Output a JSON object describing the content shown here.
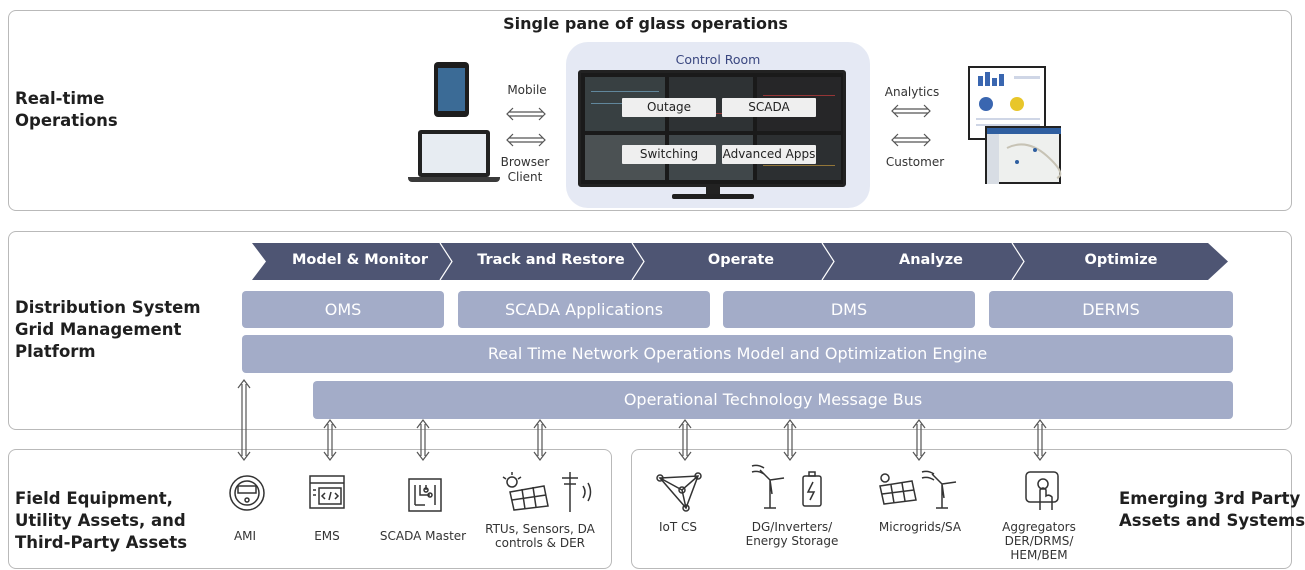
{
  "header": {
    "title": "Single pane of glass operations"
  },
  "realtime": {
    "label": [
      "Real-time",
      "Operations"
    ],
    "mobile": "Mobile",
    "browser": [
      "Browser",
      "Client"
    ],
    "analytics": "Analytics",
    "customer": "Customer",
    "control_room": {
      "title": "Control Room",
      "tags": [
        "Outage",
        "SCADA",
        "Switching",
        "Advanced Apps"
      ]
    }
  },
  "grid": {
    "label": [
      "Distribution System",
      "Grid Management",
      "Platform"
    ],
    "stages": [
      "Model & Monitor",
      "Track and Restore",
      "Operate",
      "Analyze",
      "Optimize"
    ],
    "apps": [
      "OMS",
      "SCADA Applications",
      "DMS",
      "DERMS"
    ],
    "engine": "Real Time Network Operations Model and Optimization Engine",
    "bus": "Operational Technology Message Bus"
  },
  "field": {
    "label": [
      "Field Equipment,",
      "Utility Assets, and",
      "Third-Party Assets"
    ],
    "items": [
      {
        "label": [
          "AMI"
        ],
        "icon": "meter-icon"
      },
      {
        "label": [
          "EMS"
        ],
        "icon": "code-window-icon"
      },
      {
        "label": [
          "SCADA Master"
        ],
        "icon": "circuit-board-icon"
      },
      {
        "label": [
          "RTUs, Sensors, DA",
          "controls & DER"
        ],
        "icon": "solar-panel-pole-icon"
      }
    ]
  },
  "emerging": {
    "label": [
      "Emerging 3rd Party",
      "Assets and Systems"
    ],
    "items": [
      {
        "label": [
          "IoT CS"
        ],
        "icon": "network-triangle-icon"
      },
      {
        "label": [
          "DG/Inverters/",
          "Energy Storage"
        ],
        "icon": "wind-battery-icon"
      },
      {
        "label": [
          "Microgrids/SA"
        ],
        "icon": "solar-wind-icon"
      },
      {
        "label": [
          "Aggregators",
          "DER/DRMS/",
          "HEM/BEM"
        ],
        "icon": "touch-hand-icon"
      }
    ]
  },
  "colors": {
    "chevron": "#4e5573",
    "bar": "#a3acc8",
    "panel_border": "#b9b9b9"
  }
}
